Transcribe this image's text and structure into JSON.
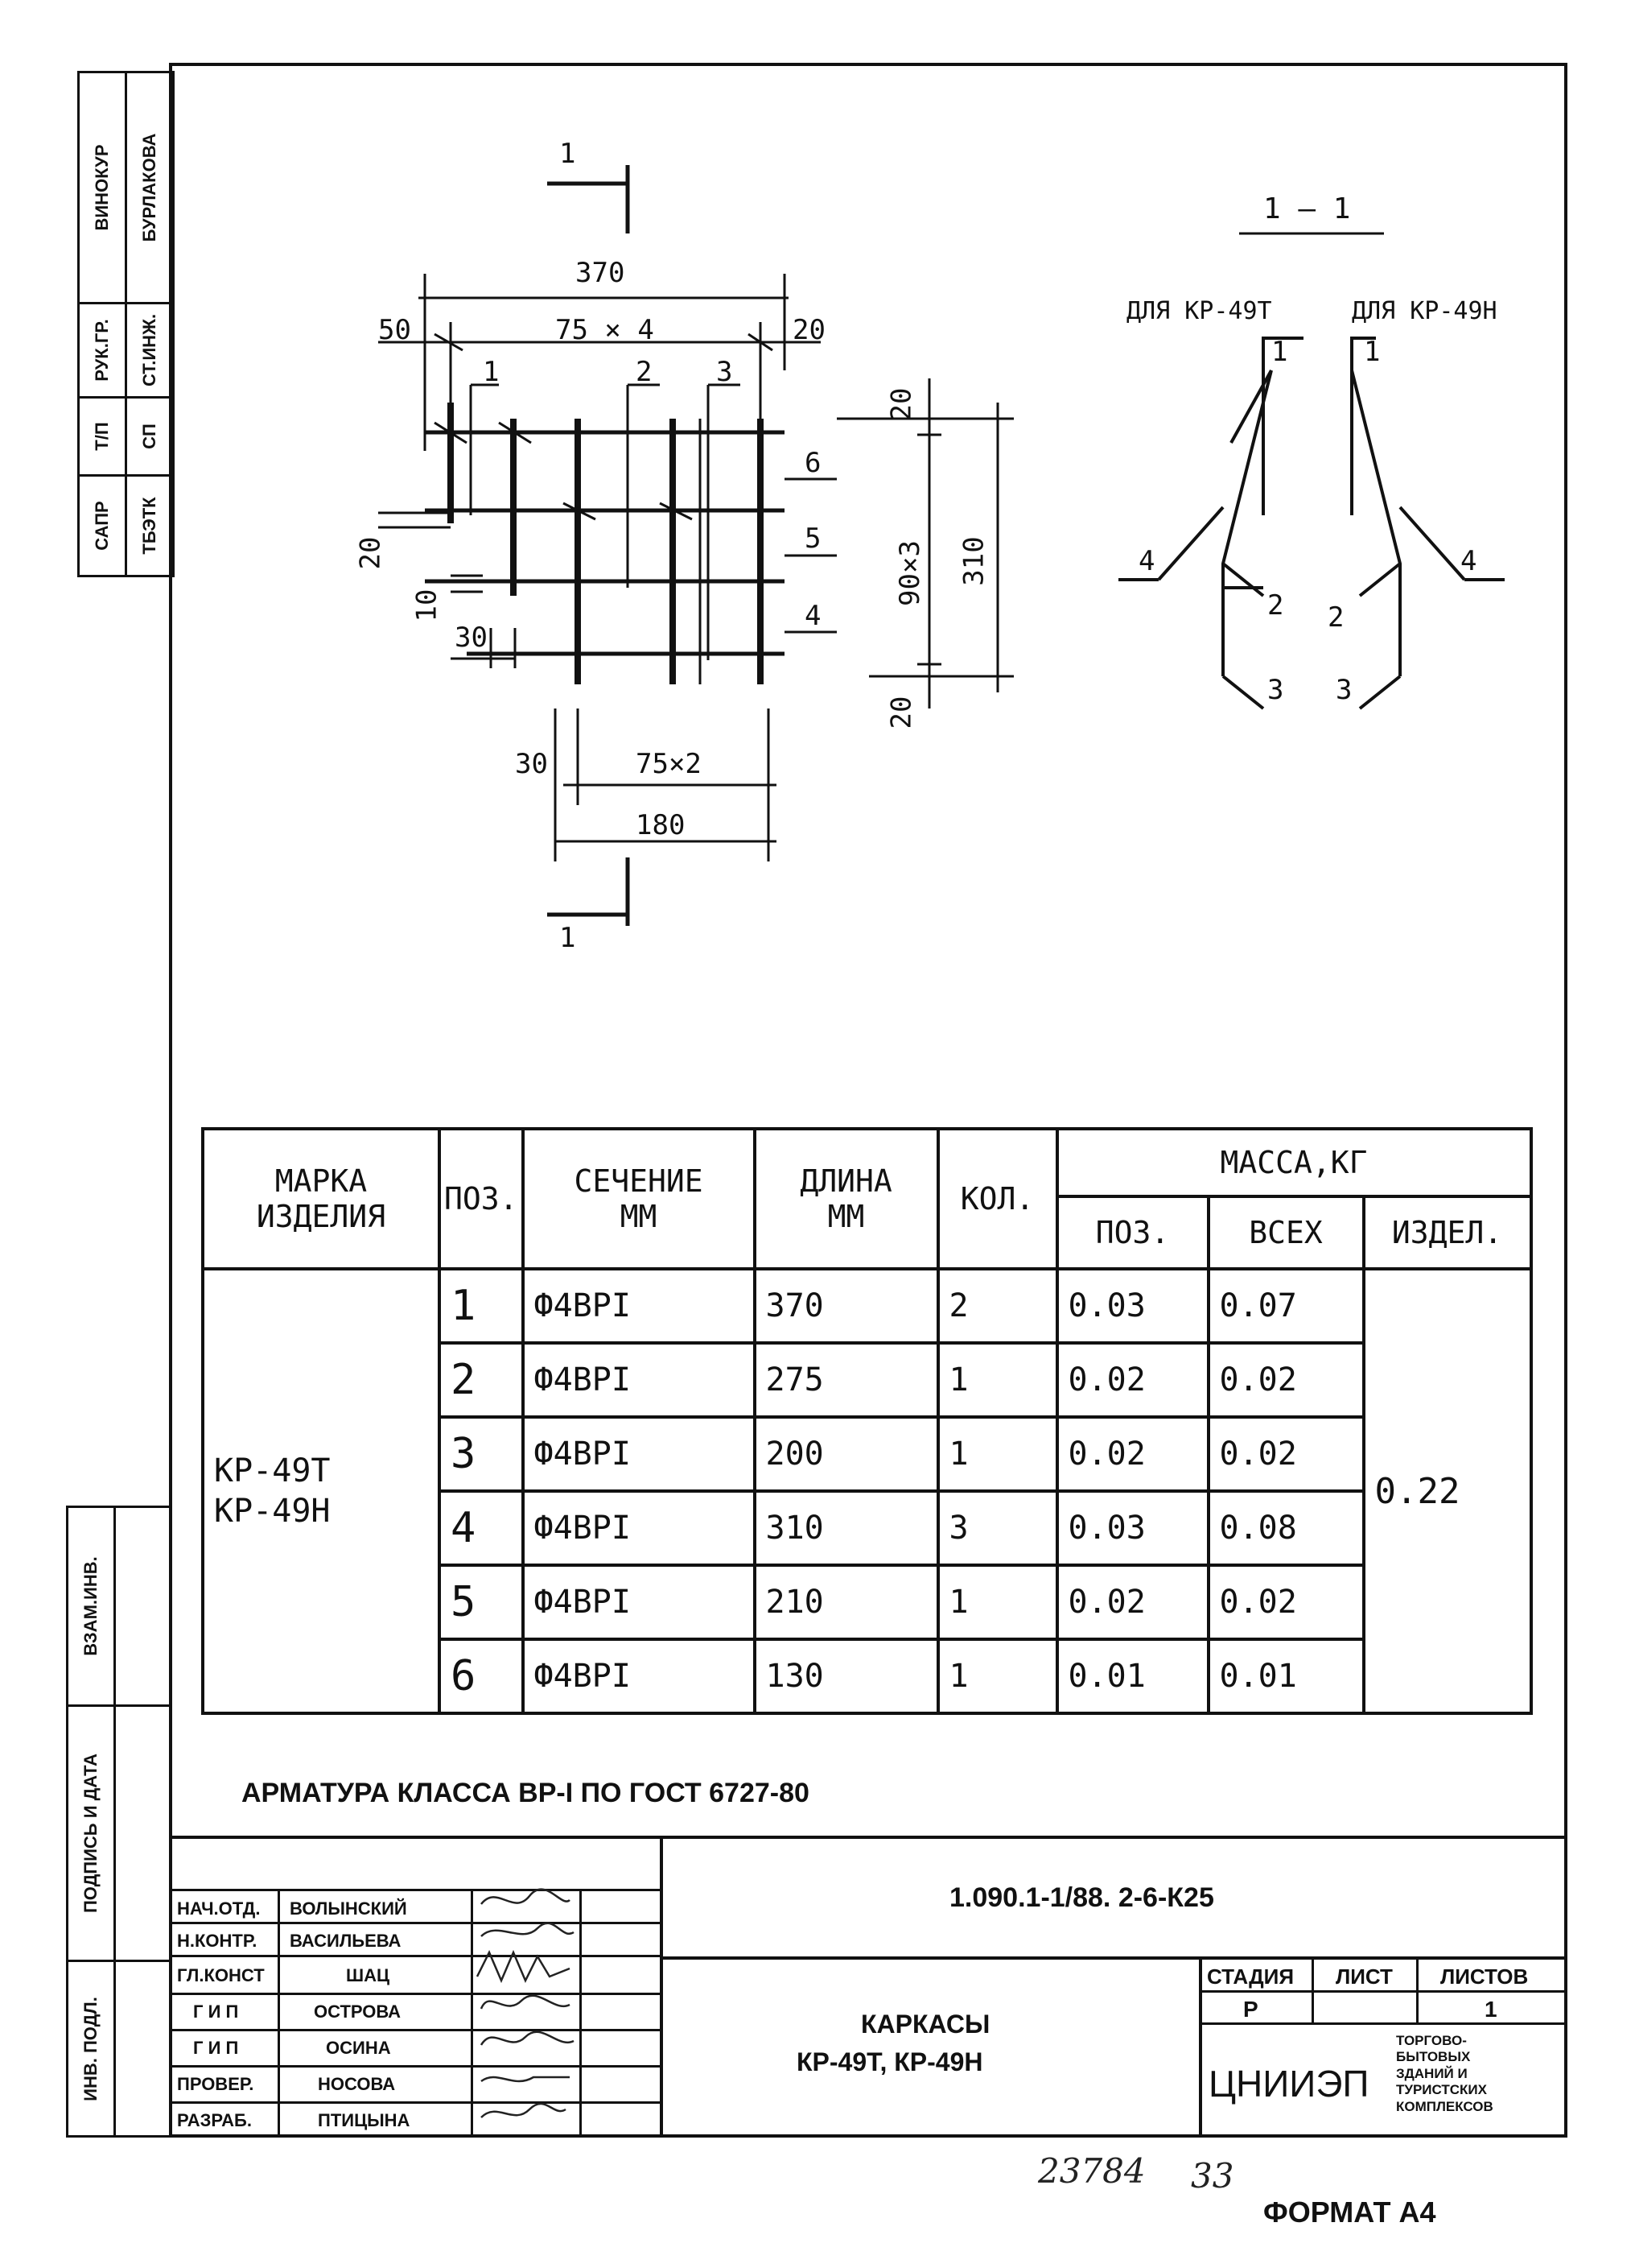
{
  "side_stamp": {
    "cells": [
      {
        "top": "ВИНОКУР",
        "bottom": "БУРЛАКОВА"
      },
      {
        "top": "РУК.ГР.",
        "bottom": "СТ.ИНЖ."
      },
      {
        "top": "Т/П",
        "bottom": "СП"
      },
      {
        "top": "САПР",
        "bottom": "ТБЭТК"
      }
    ]
  },
  "left_margin": {
    "vzam_inv": "ВЗАМ.ИНВ.",
    "podpis_data": "ПОДПИСЬ И ДАТА",
    "inv_podl": "ИНВ. ПОДЛ."
  },
  "drawing": {
    "section_mark": "1",
    "dim_total": "370",
    "dim_left": "50",
    "dim_mid": "75 × 4",
    "dim_right": "20",
    "pos_1": "1",
    "pos_2": "2",
    "pos_3": "3",
    "pos_6": "6",
    "pos_5": "5",
    "pos_4": "4",
    "dim_20_left": "20",
    "dim_10": "10",
    "dim_30_top": "30",
    "dim_20_top_right": "20",
    "dim_90x3": "90×3",
    "dim_310": "310",
    "dim_20_bottom_right": "20",
    "dim_30_bottom": "30",
    "dim_75x2": "75×2",
    "dim_180": "180"
  },
  "section": {
    "title": "1 — 1",
    "label_t": "ДЛЯ КР-49Т",
    "label_h": "ДЛЯ КР-49Н",
    "p1": "1",
    "p2": "2",
    "p3": "3",
    "p4": "4"
  },
  "table": {
    "headers": {
      "marka": "МАРКА ИЗДЕЛИЯ",
      "marka_line1": "МАРКА",
      "marka_line2": "ИЗДЕЛИЯ",
      "poz": "ПОЗ.",
      "sechenie_line1": "СЕЧЕНИЕ",
      "sechenie_line2": "ММ",
      "dlina_line1": "ДЛИНА",
      "dlina_line2": "ММ",
      "kol": "КОЛ.",
      "massa": "МАССА,КГ",
      "massa_poz": "ПОЗ.",
      "massa_vseh": "ВСЕХ",
      "massa_izdel": "ИЗДЕЛ."
    },
    "marka_1": "КР-49Т",
    "marka_2": "КР-49Н",
    "izdel_total": "0.22",
    "rows": [
      {
        "poz": "1",
        "sech": "Ф4ВРI",
        "dlina": "370",
        "kol": "2",
        "m_poz": "0.03",
        "m_vseh": "0.07"
      },
      {
        "poz": "2",
        "sech": "Ф4ВРI",
        "dlina": "275",
        "kol": "1",
        "m_poz": "0.02",
        "m_vseh": "0.02"
      },
      {
        "poz": "3",
        "sech": "Ф4ВРI",
        "dlina": "200",
        "kol": "1",
        "m_poz": "0.02",
        "m_vseh": "0.02"
      },
      {
        "poz": "4",
        "sech": "Ф4ВРI",
        "dlina": "310",
        "kol": "3",
        "m_poz": "0.03",
        "m_vseh": "0.08"
      },
      {
        "poz": "5",
        "sech": "Ф4ВРI",
        "dlina": "210",
        "kol": "1",
        "m_poz": "0.02",
        "m_vseh": "0.02"
      },
      {
        "poz": "6",
        "sech": "Ф4ВРI",
        "dlina": "130",
        "kol": "1",
        "m_poz": "0.01",
        "m_vseh": "0.01"
      }
    ]
  },
  "note": "АРМАТУРА КЛАССА ВР-I ПО ГОСТ 6727-80",
  "title_block": {
    "code": "1.090.1-1/88. 2-6-К25",
    "people": [
      {
        "role": "НАЧ.ОТД.",
        "name": "ВОЛЫНСКИЙ"
      },
      {
        "role": "Н.КОНТР.",
        "name": "ВАСИЛЬЕВА"
      },
      {
        "role": "ГЛ.КОНСТ",
        "name": "ШАЦ"
      },
      {
        "role": "Г И П",
        "name": "ОСТРОВА"
      },
      {
        "role": "Г И П",
        "name": "ОСИНА"
      },
      {
        "role": "ПРОВЕР.",
        "name": "НОСОВА"
      },
      {
        "role": "РАЗРАБ.",
        "name": "ПТИЦЫНА"
      }
    ],
    "doc_title_1": "КАРКАСЫ",
    "doc_title_2": "КР-49Т, КР-49Н",
    "stadia_label": "СТАДИЯ",
    "list_label": "ЛИСТ",
    "listov_label": "ЛИСТОВ",
    "stadia": "Р",
    "list": "",
    "listov": "1",
    "org": "ЦНИИЭП",
    "org_sub": "ТОРГОВО-БЫТОВЫХ ЗДАНИЙ И ТУРИСТСКИХ КОМПЛЕКСОВ",
    "org_sub_lines": [
      "ТОРГОВО-",
      "БЫТОВЫХ",
      "ЗДАНИЙ И",
      "ТУРИСТСКИХ",
      "КОМПЛЕКСОВ"
    ]
  },
  "bottom": {
    "inv_number": "23784",
    "sheet": "33",
    "format": "ФОРМАТ А4"
  }
}
